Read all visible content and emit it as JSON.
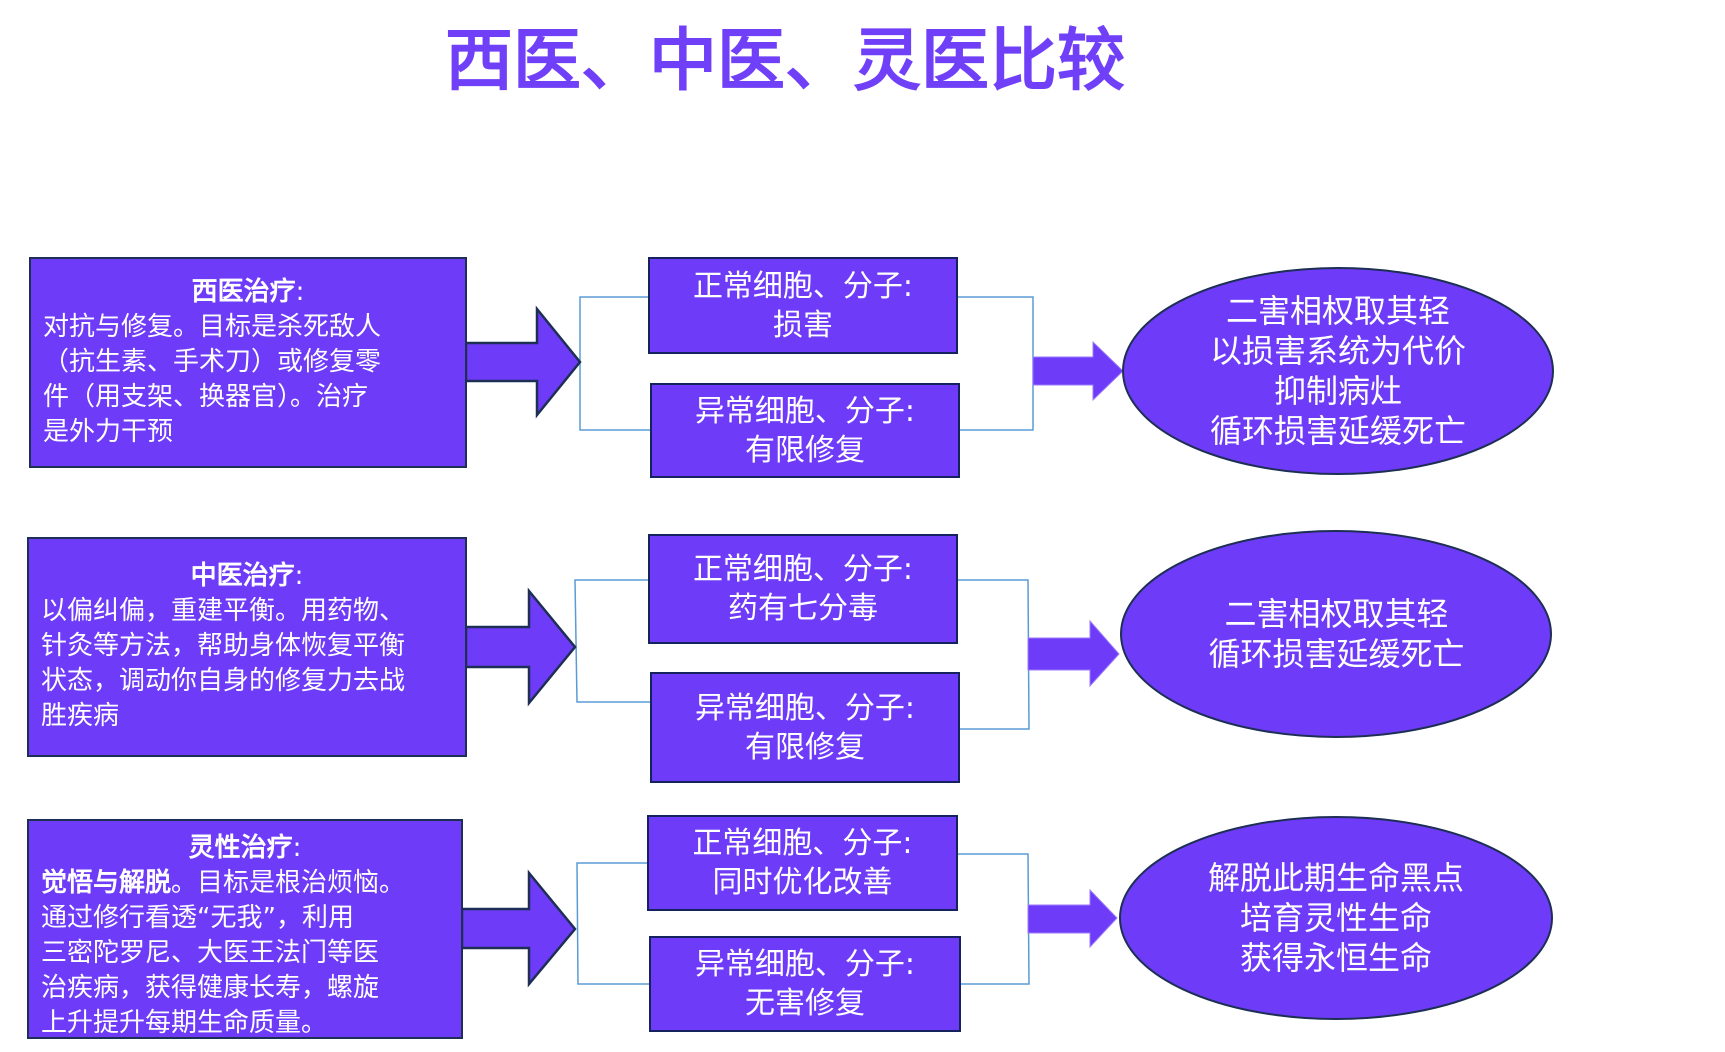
{
  "title": "西医、中医、灵医比较",
  "colors": {
    "primary": "#6E3BF9",
    "title": "#7040F8",
    "border": "#1E2F55",
    "connector": "#5B9BD5",
    "text_on_primary": "#FFFFFF"
  },
  "rows": [
    {
      "id": "western",
      "treatment": {
        "heading": "西医治疗",
        "colon": ":",
        "lead": "",
        "lines": [
          "对抗与修复。目标是杀死敌人",
          "（抗生素、手术刀）或修复零",
          "件（用支架、换器官）。治疗",
          "是外力干预"
        ]
      },
      "normal": {
        "label": "正常细胞、分子:",
        "effect": "损害"
      },
      "abnormal": {
        "label": "异常细胞、分子:",
        "effect": "有限修复"
      },
      "outcome": [
        "二害相权取其轻",
        "以损害系统为代价",
        "抑制病灶",
        "循环损害延缓死亡"
      ]
    },
    {
      "id": "chinese",
      "treatment": {
        "heading": "中医治疗",
        "colon": ":",
        "lead": "",
        "lines": [
          "以偏纠偏，重建平衡。用药物、",
          "针灸等方法，帮助身体恢复平衡",
          "状态，调动你自身的修复力去战",
          "胜疾病"
        ]
      },
      "normal": {
        "label": "正常细胞、分子:",
        "effect": "药有七分毒"
      },
      "abnormal": {
        "label": "异常细胞、分子:",
        "effect": "有限修复"
      },
      "outcome": [
        "二害相权取其轻",
        "循环损害延缓死亡"
      ]
    },
    {
      "id": "spiritual",
      "treatment": {
        "heading": "灵性治疗",
        "colon": ":",
        "lead": "觉悟与解脱",
        "lines": [
          "。目标是根治烦恼。",
          "通过修行看透“无我”，利用",
          "三密陀罗尼、大医王法门等医",
          "治疾病，获得健康长寿，螺旋",
          "上升提升每期生命质量。"
        ]
      },
      "normal": {
        "label": "正常细胞、分子:",
        "effect": "同时优化改善"
      },
      "abnormal": {
        "label": "异常细胞、分子:",
        "effect": "无害修复"
      },
      "outcome": [
        "解脱此期生命黑点",
        "培育灵性生命",
        "获得永恒生命"
      ]
    }
  ]
}
